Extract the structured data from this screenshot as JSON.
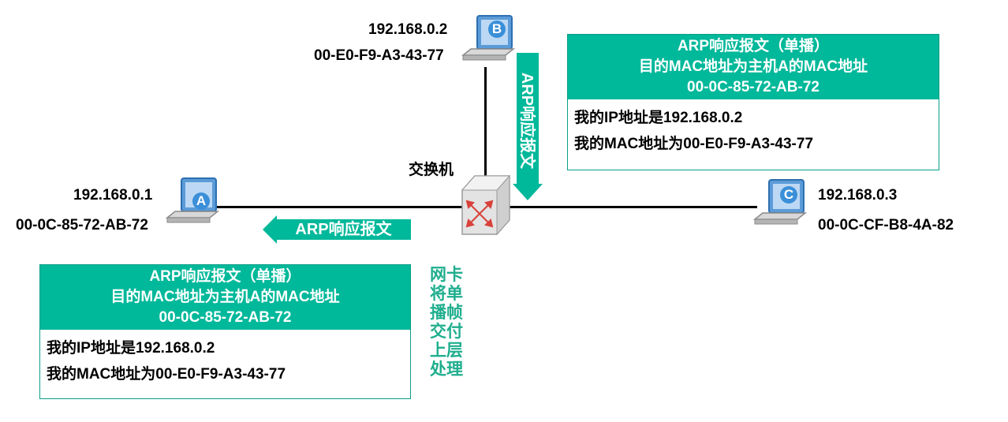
{
  "switch": {
    "label": "交换机"
  },
  "hosts": {
    "a": {
      "letter": "A",
      "ip": "192.168.0.1",
      "mac": "00-0C-85-72-AB-72"
    },
    "b": {
      "letter": "B",
      "ip": "192.168.0.2",
      "mac": "00-E0-F9-A3-43-77"
    },
    "c": {
      "letter": "C",
      "ip": "192.168.0.3",
      "mac": "00-0C-CF-B8-4A-82"
    }
  },
  "arrows": {
    "vertical_label": "ARP响应报文",
    "horizontal_label": "ARP响应报文"
  },
  "packets": {
    "top": {
      "title": "ARP响应报文（单播）",
      "line2": "目的MAC地址为主机A的MAC地址",
      "line3": "00-0C-85-72-AB-72",
      "body1": "我的IP地址是192.168.0.2",
      "body2": "我的MAC地址为00-E0-F9-A3-43-77"
    },
    "bottom": {
      "title": "ARP响应报文（单播）",
      "line2": "目的MAC地址为主机A的MAC地址",
      "line3": "00-0C-85-72-AB-72",
      "body1": "我的IP地址是192.168.0.2",
      "body2": "我的MAC地址为00-E0-F9-A3-43-77"
    }
  },
  "nic_note": [
    "网卡",
    "将单",
    "播帧",
    "交付",
    "上层",
    "处理"
  ],
  "colors": {
    "accent": "#00b89a",
    "note": "#1fae8e",
    "laptop_blue": "#3a8fd8"
  }
}
